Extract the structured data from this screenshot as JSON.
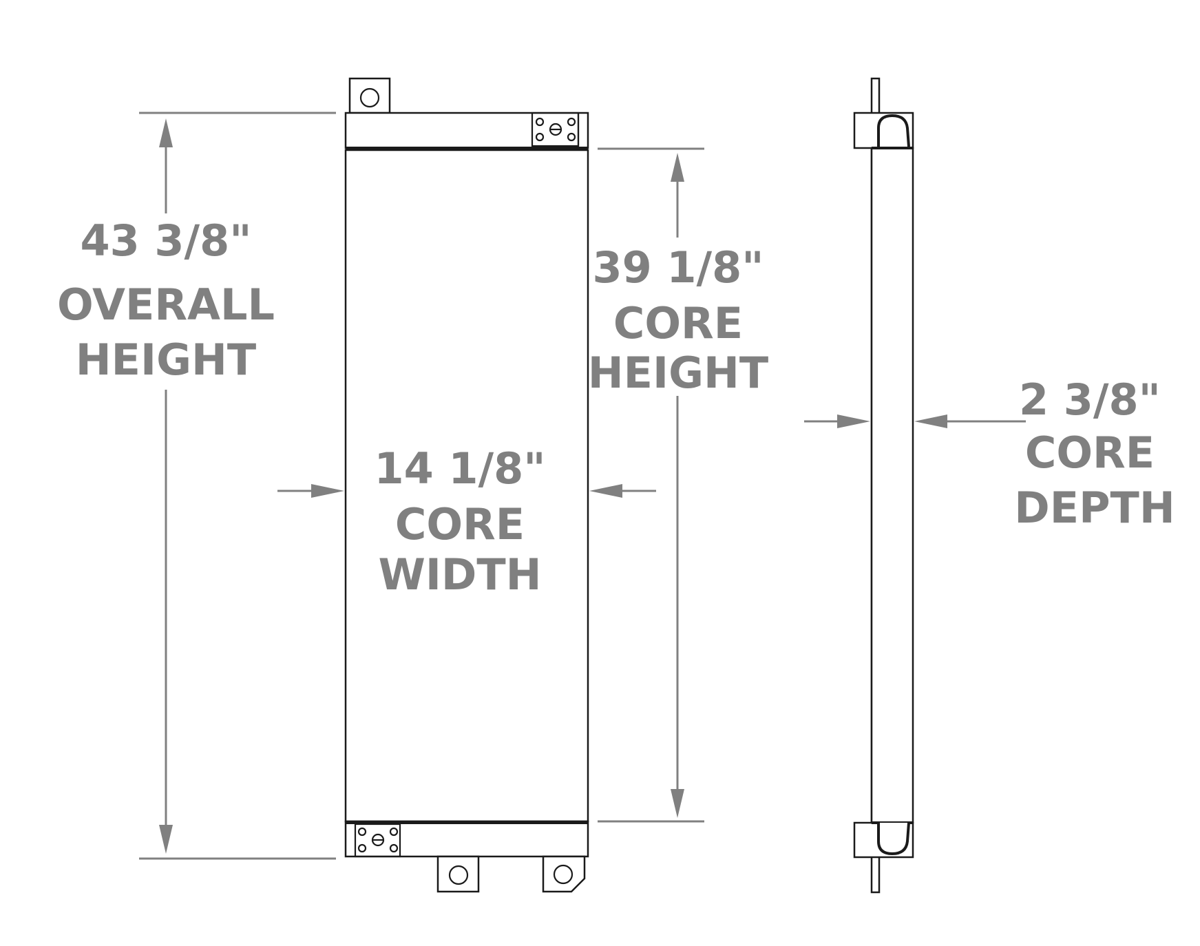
{
  "labels": {
    "overall_height": {
      "value": "43 3/8\"",
      "line1": "OVERALL",
      "line2": "HEIGHT"
    },
    "core_height": {
      "value": "39 1/8\"",
      "line1": "CORE",
      "line2": "HEIGHT"
    },
    "core_width": {
      "value": "14 1/8\"",
      "line1": "CORE",
      "line2": "WIDTH"
    },
    "core_depth": {
      "value": "2 3/8\"",
      "line1": "CORE",
      "line2": "DEPTH"
    }
  },
  "colors": {
    "dimension": "#808080",
    "outline": "#1a1a1a"
  }
}
